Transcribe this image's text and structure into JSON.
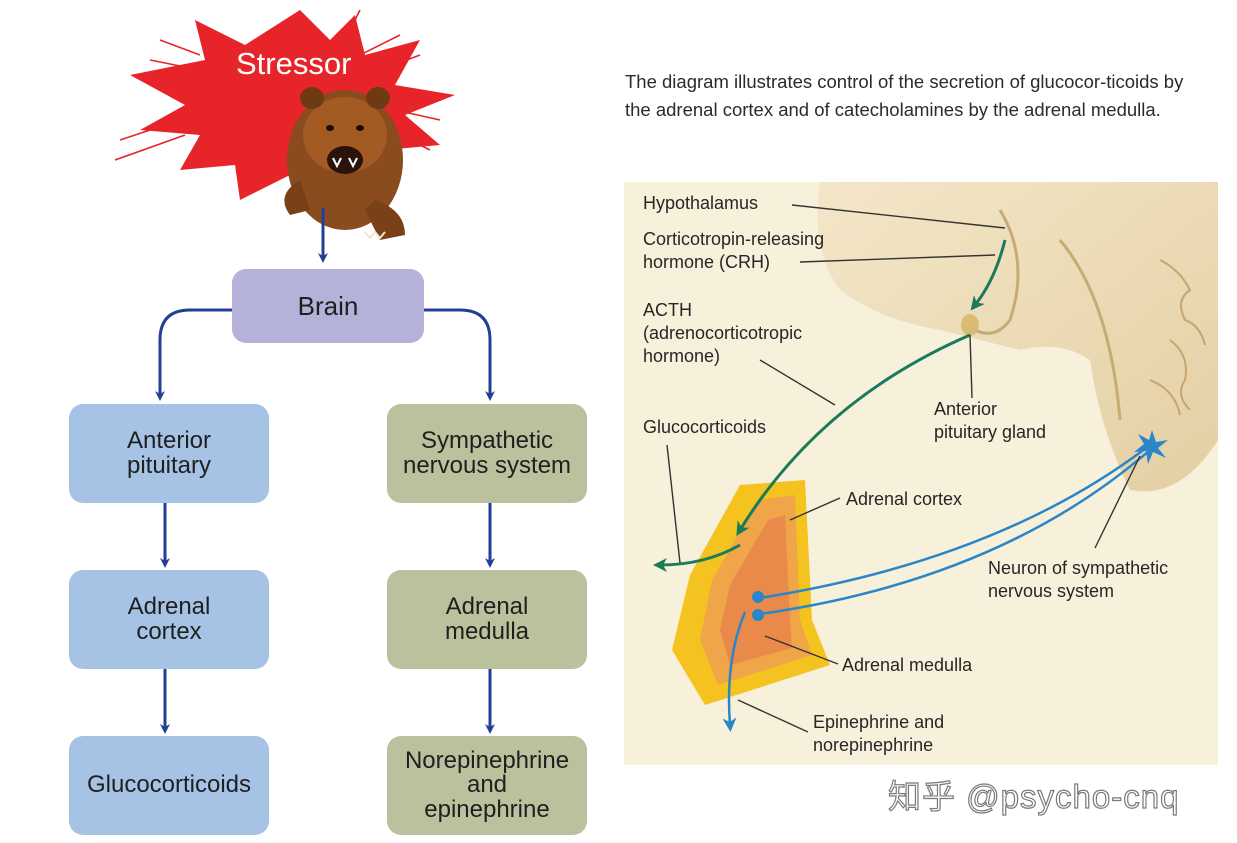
{
  "stressor": {
    "label": "Stressor"
  },
  "flowchart": {
    "brain": "Brain",
    "left": [
      "Anterior\npituitary",
      "Adrenal\ncortex",
      "Glucocorticoids"
    ],
    "right": [
      "Sympathetic\nnervous system",
      "Adrenal\nmedulla",
      "Norepinephrine\nand\nepinephrine"
    ]
  },
  "caption": "The diagram illustrates control of the secretion of glucocor-ticoids by the adrenal cortex and of catecholamines by the adrenal medulla.",
  "anatomy": {
    "hypothalamus": "Hypothalamus",
    "crh": "Corticotropin-releasing\nhormone (CRH)",
    "acth": "ACTH\n(adrenocorticotropic\nhormone)",
    "pituitary": "Anterior\npituitary gland",
    "glucocorticoids": "Glucocorticoids",
    "adrenal_cortex": "Adrenal cortex",
    "neuron": "Neuron of sympathetic\nnervous system",
    "adrenal_medulla": "Adrenal medulla",
    "epinephrine": "Epinephrine and\nnorepinephrine"
  },
  "watermark": "知乎 @psycho-cnq",
  "colors": {
    "arrow_blue": "#213f93",
    "acth_path": "#1b7a5a",
    "nerve_path": "#2a86c8",
    "box_blue": "#a6c3e6",
    "box_green": "#b9c29d",
    "box_brain": "#b4b2d8",
    "starburst": "#e8242b"
  }
}
